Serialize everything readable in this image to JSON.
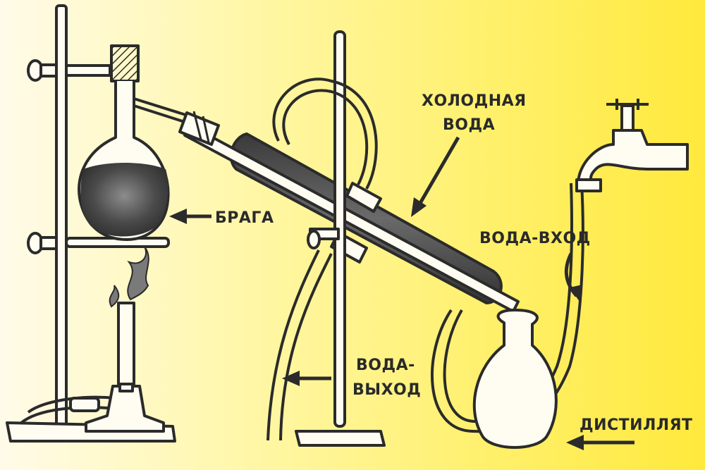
{
  "labels": {
    "braga": "БРАГА",
    "cold_water_1": "ХОЛОДНАЯ",
    "cold_water_2": "ВОДА",
    "water_in": "ВОДА-ВХОД",
    "water_out_1": "ВОДА-",
    "water_out_2": "ВЫХОД",
    "distillate": "ДИСТИЛЛЯТ"
  },
  "colors": {
    "ink": "#2b2b2b",
    "liquid": "#4a4a4a",
    "background_left": "#fffbe9",
    "background_right": "#ffe93c"
  }
}
